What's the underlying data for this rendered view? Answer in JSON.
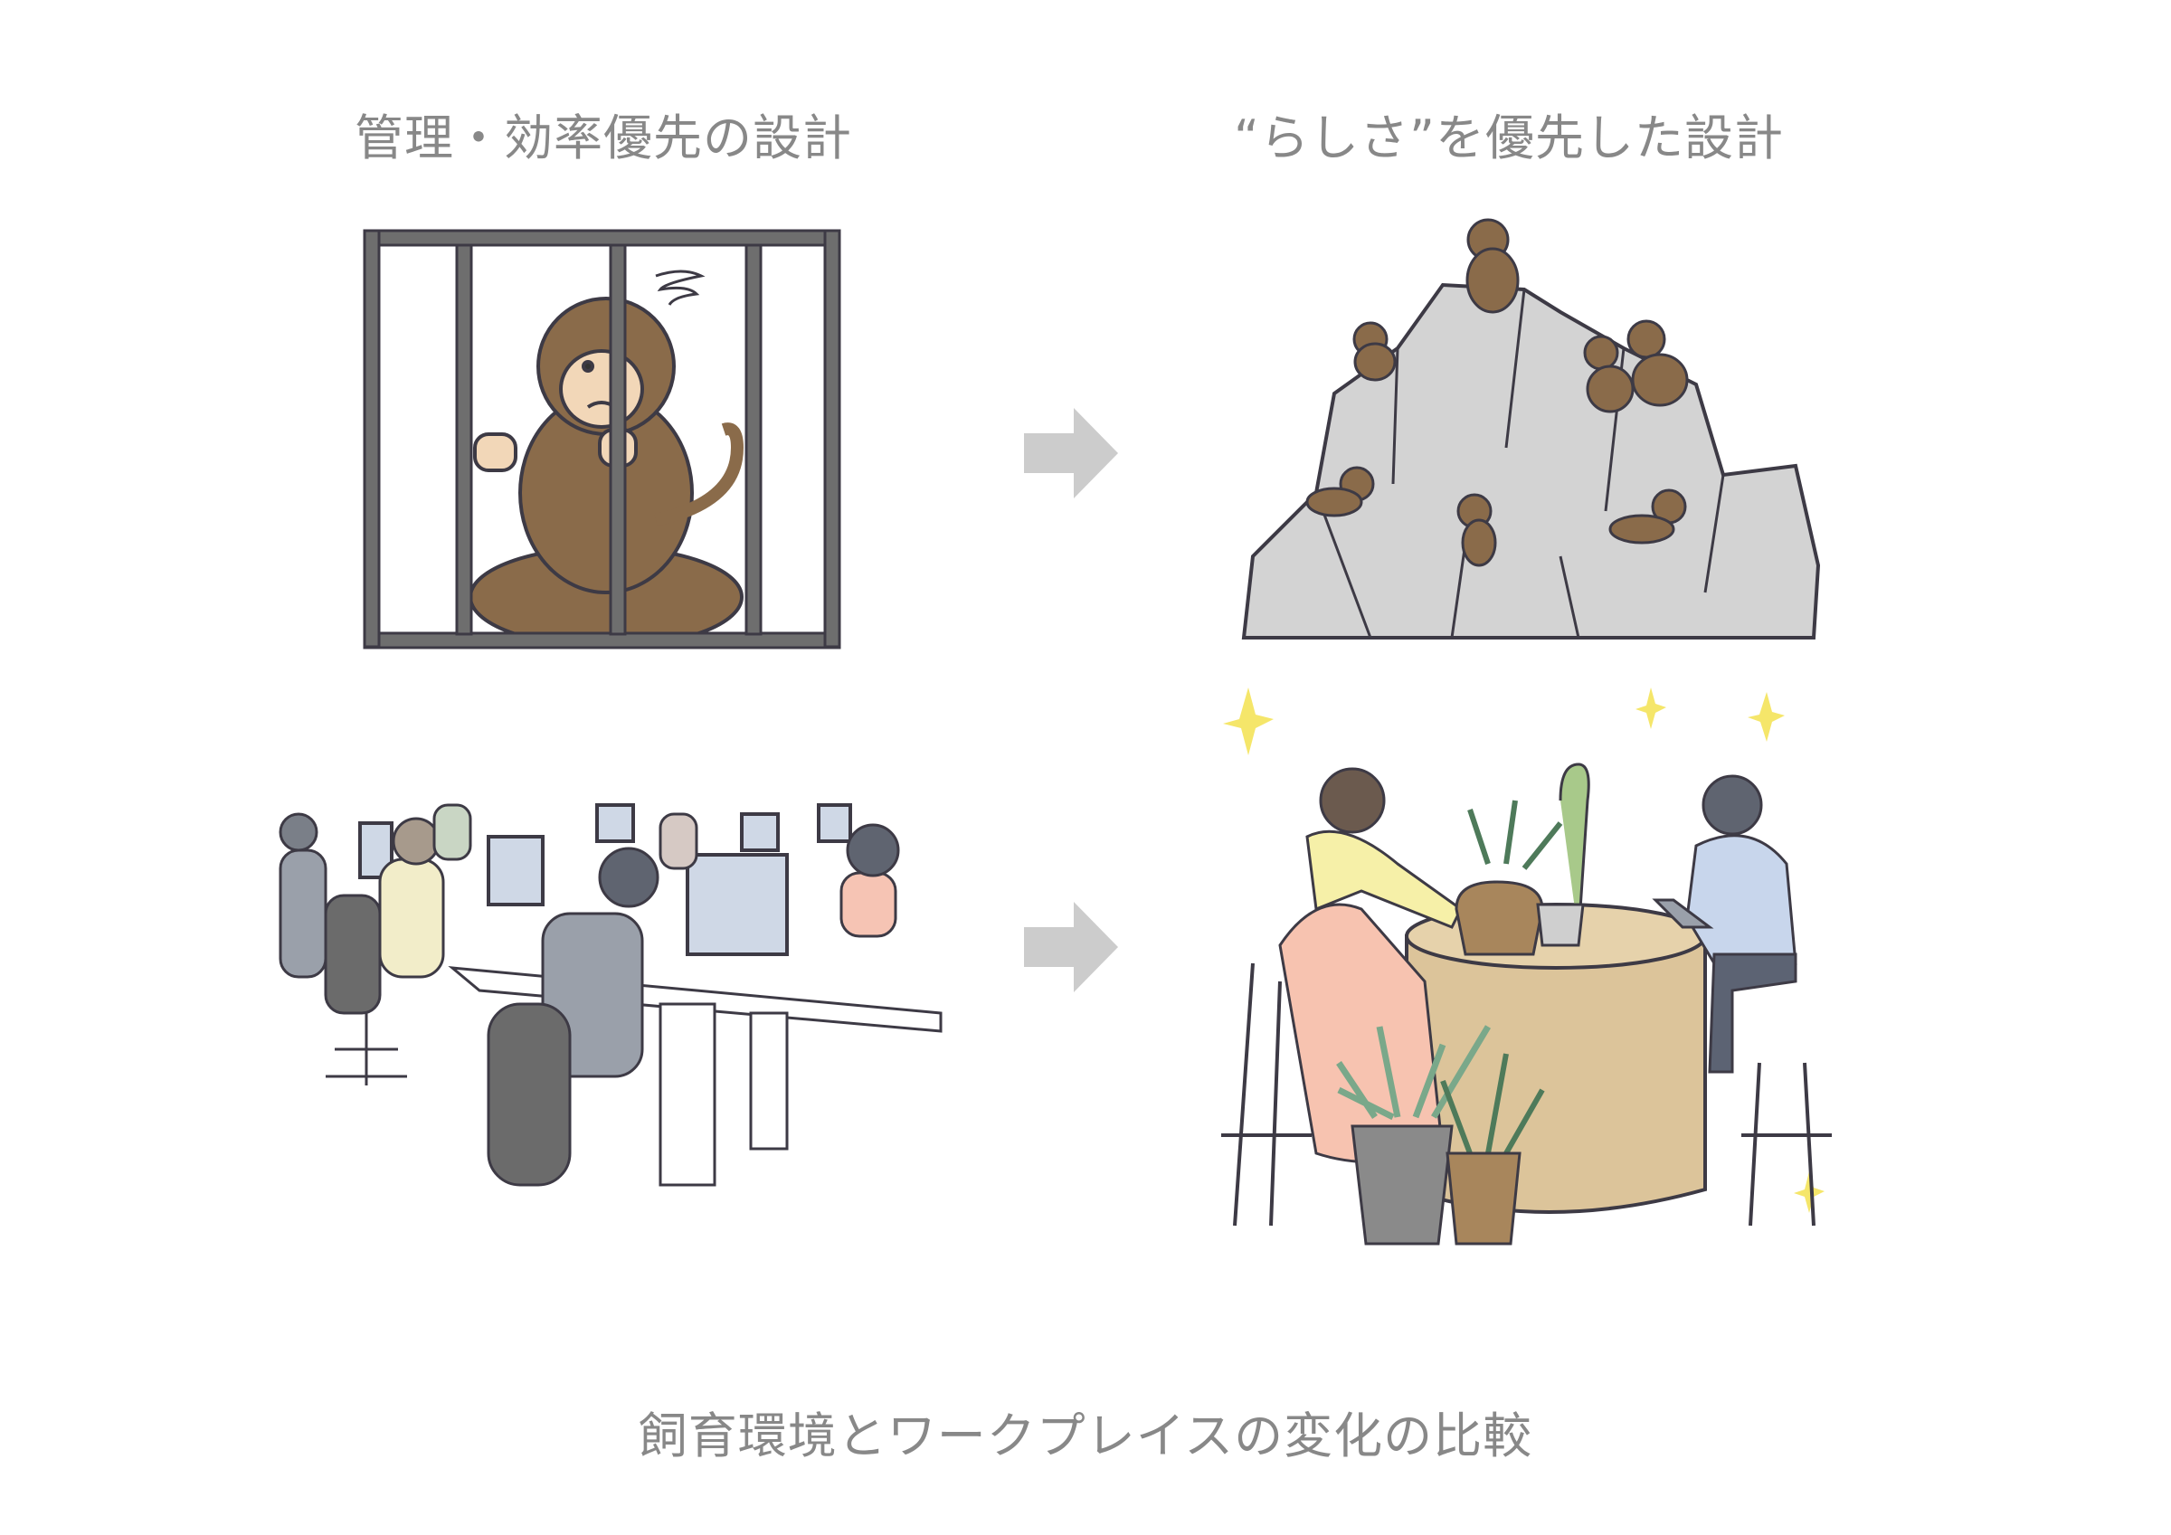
{
  "left_column": {
    "title": "管理・効率優先の設計"
  },
  "right_column": {
    "title": "“らしさ”を優先した設計"
  },
  "caption": "飼育環境とワークプレイスの変化の比較",
  "colors": {
    "text": "#888888",
    "arrow": "#cccccc",
    "monkey": "#8a6b4a",
    "rock": "#d3d3d3",
    "cage": "#6e6e6e",
    "sparkle": "#f5e66a"
  }
}
